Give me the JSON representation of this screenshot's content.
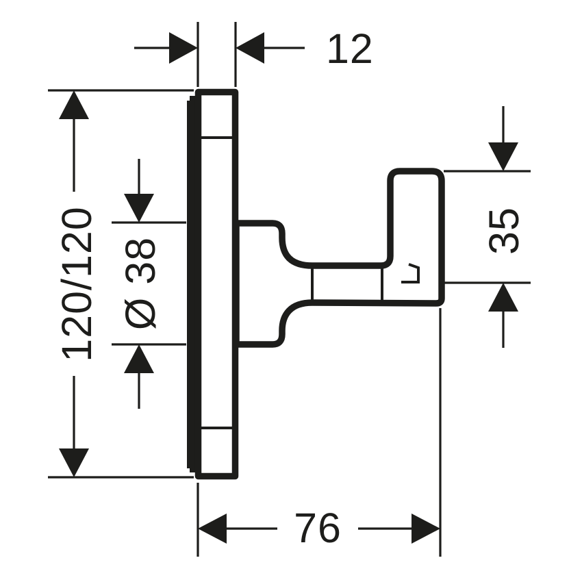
{
  "drawing": {
    "dims": {
      "plate_depth": "12",
      "plate_size": "120/120",
      "base_diameter": "Ø 38",
      "hook_height": "35",
      "projection": "76"
    },
    "colors": {
      "line": "#1d1d1b",
      "background": "#ffffff"
    }
  }
}
